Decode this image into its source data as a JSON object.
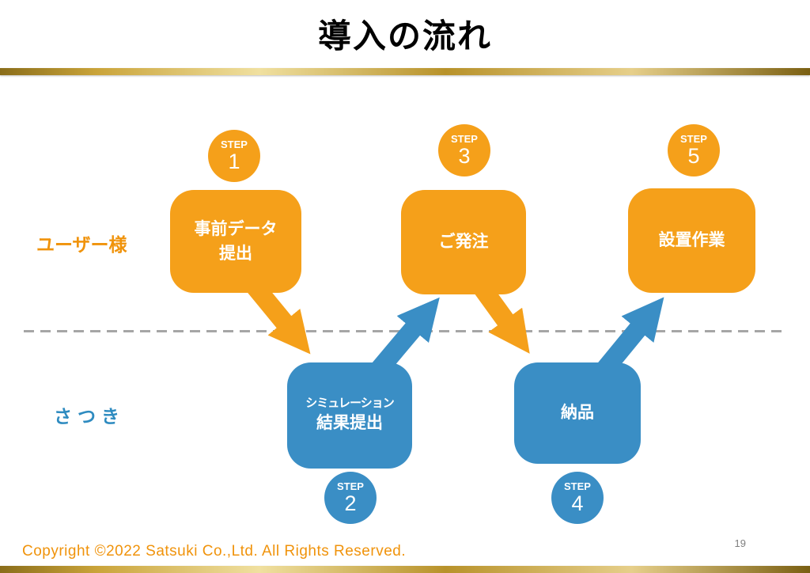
{
  "slide": {
    "title": "導入の流れ",
    "page_number": "19",
    "copyright": "Copyright ©2022 Satsuki Co.,Ltd. All Rights Reserved."
  },
  "lanes": {
    "user": "ユーザー様",
    "satsuki": "さつき"
  },
  "steps": [
    {
      "badge": "STEP",
      "number": "1",
      "line1": "事前データ",
      "line2": "提出",
      "actor": "user"
    },
    {
      "badge": "STEP",
      "number": "2",
      "line1": "シミュレーション",
      "line2": "結果提出",
      "actor": "satsuki"
    },
    {
      "badge": "STEP",
      "number": "3",
      "line1": "ご発注",
      "actor": "user"
    },
    {
      "badge": "STEP",
      "number": "4",
      "line1": "納品",
      "actor": "satsuki"
    },
    {
      "badge": "STEP",
      "number": "5",
      "line1": "設置作業",
      "actor": "user"
    }
  ],
  "colors": {
    "orange": "#F5A01A",
    "blue": "#3A8EC5",
    "gold_dark": "#8A6D1A",
    "gold_light": "#F0E0A0",
    "copyright_orange": "#F0930B",
    "user_label_orange": "#F0930B",
    "satsuki_label_blue": "#2E8BC0",
    "dash_gray": "#A6A6A6",
    "page_number_gray": "#7F7F7F",
    "title_black": "#000000"
  }
}
